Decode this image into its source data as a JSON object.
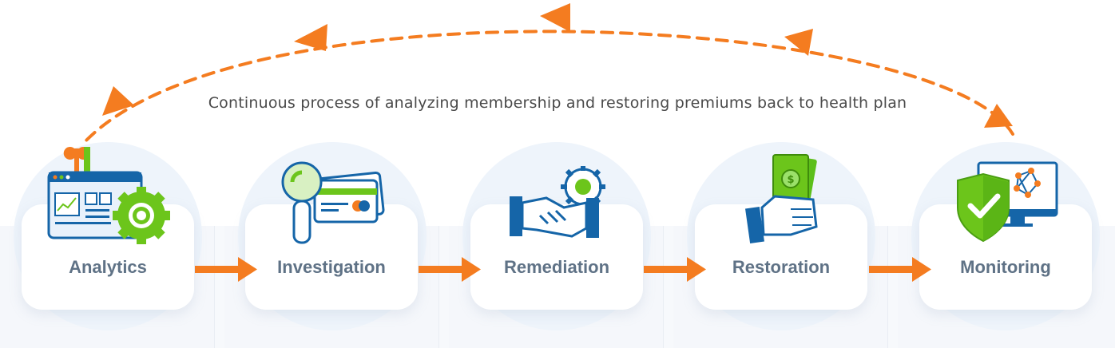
{
  "caption": "Continuous process of analyzing membership and restoring premiums back to health plan",
  "steps": [
    {
      "label": "Analytics",
      "icon": "analytics-dashboard-gear-icon"
    },
    {
      "label": "Investigation",
      "icon": "magnifier-credit-card-icon"
    },
    {
      "label": "Remediation",
      "icon": "handshake-gear-icon"
    },
    {
      "label": "Restoration",
      "icon": "hand-holding-money-icon"
    },
    {
      "label": "Monitoring",
      "icon": "shield-check-monitor-icon"
    }
  ],
  "colors": {
    "accent_orange": "#f47c20",
    "label_gray": "#5f7286",
    "icon_blue": "#1565a8",
    "icon_green": "#6cc51b"
  }
}
